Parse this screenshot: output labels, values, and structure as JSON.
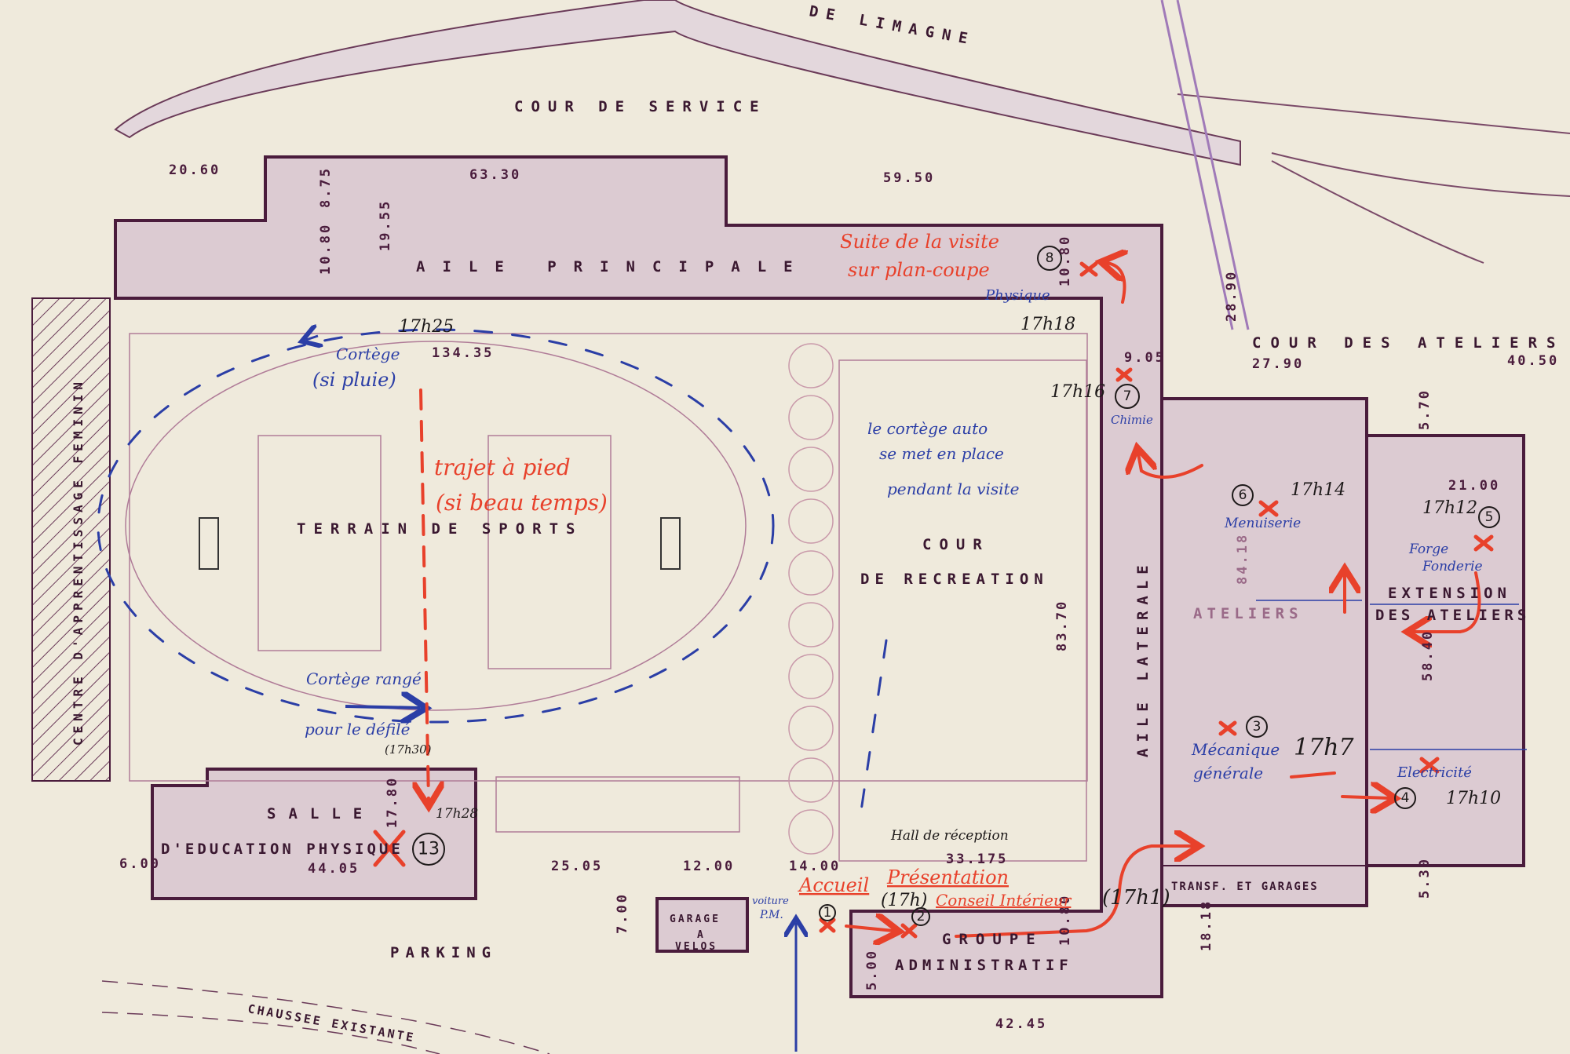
{
  "labels": {
    "road": "DE LIMAGNE",
    "cour_service": "COUR DE SERVICE",
    "aile_principale": "AILE PRINCIPALE",
    "cour_ateliers": "COUR DES ATELIERS",
    "centre": "CENTRE D'APPRENTISSAGE FEMININ",
    "terrain": "TERRAIN DE SPORTS",
    "cour": "COUR",
    "recreation": "DE RECREATION",
    "aile_laterale": "AILE LATERALE",
    "ateliers": "ATELIERS",
    "extension": "EXTENSION",
    "des_ateliers": "DES ATELIERS",
    "transf": "TRANSF. ET GARAGES",
    "salle": "SALLE",
    "education": "D'EDUCATION PHYSIQUE",
    "garage": "GARAGE",
    "a": "A",
    "velos": "VELOS",
    "parking": "PARKING",
    "groupe": "GROUPE",
    "administratif": "ADMINISTRATIF",
    "chaussee": "CHAUSSEE EXISTANTE"
  },
  "dimensions": {
    "d20_60": "20.60",
    "d63_30": "63.30",
    "d59_50": "59.50",
    "d8_75": "8.75",
    "d10_80a": "10.80",
    "d19_55": "19.55",
    "d134_35": "134.35",
    "d10_80b": "10.80",
    "d9_05": "9.05",
    "d28_90": "28.90",
    "d27_90": "27.90",
    "d40_50": "40.50",
    "d5_70": "5.70",
    "d21_00": "21.00",
    "d84_18": "84.18",
    "d58_40": "58.40",
    "d83_70": "83.70",
    "d17_80": "17.80",
    "d44_05": "44.05",
    "d6_00": "6.00",
    "d25_05": "25.05",
    "d12_00": "12.00",
    "d14_00": "14.00",
    "d33_175": "33.175",
    "d7_00": "7.00",
    "d5_00": "5.00",
    "d10_80c": "10.80",
    "d18_18": "18.18",
    "d5_30": "5.30",
    "d42_45": "42.45"
  },
  "annotations_red": {
    "suite": "Suite de la visite",
    "plan_coupe": "sur plan-coupe",
    "trajet": "trajet à pied",
    "beau_temps": "(si beau temps)",
    "accueil": "Accueil",
    "presentation": "Présentation",
    "conseil": "Conseil Intérieur"
  },
  "annotations_blue": {
    "cortege": "Cortège",
    "pluie": "(si pluie)",
    "cortege_range": "Cortège rangé",
    "defile": "pour le défilé",
    "auto": "le cortège auto",
    "place": "se met en place",
    "pendant": "pendant la visite",
    "physique": "Physique",
    "chimie": "Chimie",
    "menuiserie": "Menuiserie",
    "forge": "Forge",
    "fonderie": "Fonderie",
    "mecanique": "Mécanique",
    "generale": "générale",
    "electricite": "Electricité",
    "voiture": "voiture",
    "pm": "P.M."
  },
  "times": {
    "t17h25": "17h25",
    "t17h18": "17h18",
    "t17h16": "17h16",
    "t17h14": "17h14",
    "t17h12": "17h12",
    "t17h7": "17h7",
    "t17h10": "17h10",
    "t17h28": "17h28",
    "t17h30": "(17h30)",
    "t17h": "(17h)",
    "t17h1": "(17h1)",
    "hall": "Hall de réception"
  },
  "stops": [
    "1",
    "2",
    "3",
    "4",
    "5",
    "6",
    "7",
    "8",
    "13"
  ],
  "colors": {
    "paper": "#efeadc",
    "building": "#dccbd2",
    "wall": "#4a1c3c",
    "red": "#e8412b",
    "blue": "#2b3ea6"
  }
}
